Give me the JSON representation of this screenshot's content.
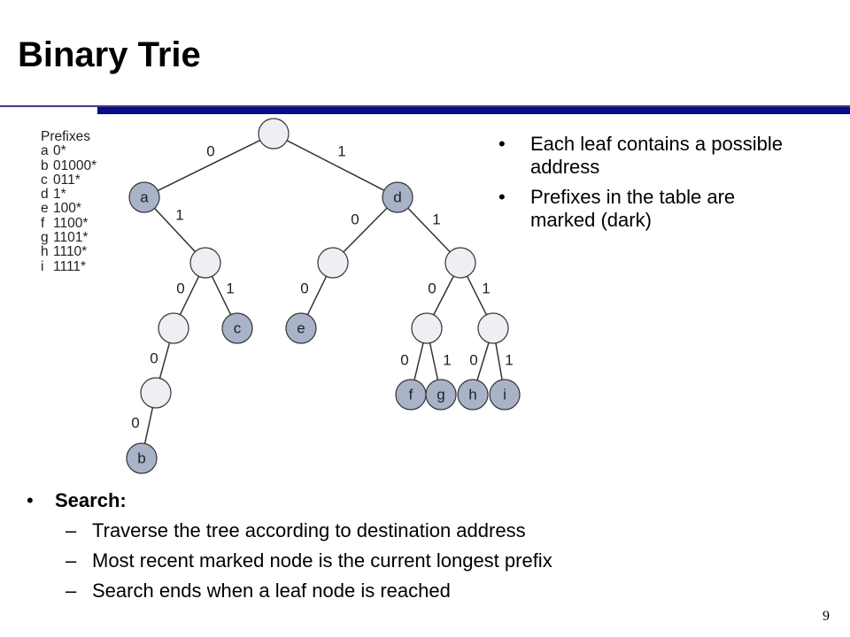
{
  "slide": {
    "title": "Binary Trie",
    "page_number": "9"
  },
  "prefix_table": {
    "header": "Prefixes",
    "rows": [
      {
        "key": "a",
        "value": "0*"
      },
      {
        "key": "b",
        "value": "01000*"
      },
      {
        "key": "c",
        "value": "011*"
      },
      {
        "key": "d",
        "value": "1*"
      },
      {
        "key": "e",
        "value": "100*"
      },
      {
        "key": "f",
        "value": "1100*"
      },
      {
        "key": "g",
        "value": "1101*"
      },
      {
        "key": "h",
        "value": "1110*"
      },
      {
        "key": "i",
        "value": "1111*"
      }
    ]
  },
  "trie": {
    "nodes": [
      {
        "id": "root",
        "label": "",
        "marked": false
      },
      {
        "id": "a",
        "label": "a",
        "marked": true
      },
      {
        "id": "d",
        "label": "d",
        "marked": true
      },
      {
        "id": "01",
        "label": "",
        "marked": false
      },
      {
        "id": "010",
        "label": "",
        "marked": false
      },
      {
        "id": "c",
        "label": "c",
        "marked": true
      },
      {
        "id": "0100",
        "label": "",
        "marked": false
      },
      {
        "id": "b",
        "label": "b",
        "marked": true
      },
      {
        "id": "10",
        "label": "",
        "marked": false
      },
      {
        "id": "e",
        "label": "e",
        "marked": true
      },
      {
        "id": "11",
        "label": "",
        "marked": false
      },
      {
        "id": "110",
        "label": "",
        "marked": false
      },
      {
        "id": "111",
        "label": "",
        "marked": false
      },
      {
        "id": "f",
        "label": "f",
        "marked": true
      },
      {
        "id": "g",
        "label": "g",
        "marked": true
      },
      {
        "id": "h",
        "label": "h",
        "marked": true
      },
      {
        "id": "i",
        "label": "i",
        "marked": true
      }
    ],
    "edges": [
      {
        "from": "root",
        "to": "a",
        "bit": "0"
      },
      {
        "from": "root",
        "to": "d",
        "bit": "1"
      },
      {
        "from": "a",
        "to": "01",
        "bit": "1"
      },
      {
        "from": "01",
        "to": "010",
        "bit": "0"
      },
      {
        "from": "01",
        "to": "c",
        "bit": "1"
      },
      {
        "from": "010",
        "to": "0100",
        "bit": "0"
      },
      {
        "from": "0100",
        "to": "b",
        "bit": "0"
      },
      {
        "from": "d",
        "to": "10",
        "bit": "0"
      },
      {
        "from": "d",
        "to": "11",
        "bit": "1"
      },
      {
        "from": "10",
        "to": "e",
        "bit": "0"
      },
      {
        "from": "11",
        "to": "110",
        "bit": "0"
      },
      {
        "from": "11",
        "to": "111",
        "bit": "1"
      },
      {
        "from": "110",
        "to": "f",
        "bit": "0"
      },
      {
        "from": "110",
        "to": "g",
        "bit": "1"
      },
      {
        "from": "111",
        "to": "h",
        "bit": "0"
      },
      {
        "from": "111",
        "to": "i",
        "bit": "1"
      }
    ]
  },
  "notes": [
    "Each leaf contains a possible address",
    "Prefixes in the table are marked (dark)"
  ],
  "search": {
    "heading": "Search:",
    "steps": [
      "Traverse the tree according to destination address",
      "Most recent marked node is the current longest prefix",
      "Search ends when a leaf node is reached"
    ]
  },
  "colors": {
    "title_bar": "#0a0a8c",
    "marked_node": "#a9b3c8",
    "unmarked_node": "#eeeef3"
  }
}
